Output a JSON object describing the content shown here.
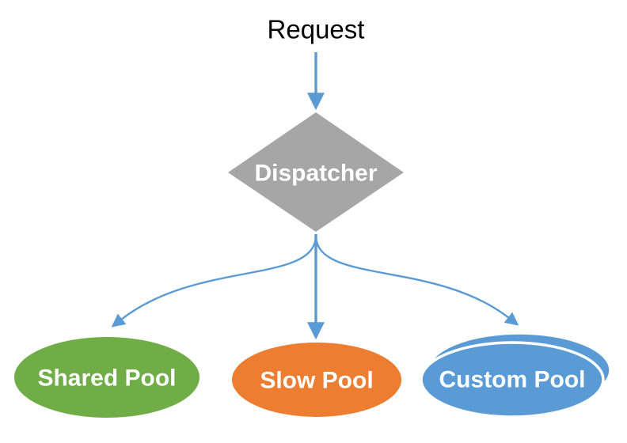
{
  "diagram": {
    "title": "Request dispatching diagram",
    "background": "#FFFFFF"
  },
  "colors": {
    "arrow": "#5B9BD5",
    "dispatcher_fill": "#A6A6A6",
    "shared_fill": "#70AD47",
    "slow_fill": "#ED7D31",
    "custom_fill": "#5B9BD5",
    "stack_gap": "#FFFFFF",
    "label_on_shape": "#FFFFFF",
    "label_plain": "#000000"
  },
  "nodes": {
    "request": {
      "label": "Request",
      "shape": "text"
    },
    "dispatcher": {
      "label": "Dispatcher",
      "shape": "diamond"
    },
    "shared_pool": {
      "label": "Shared Pool",
      "shape": "ellipse"
    },
    "slow_pool": {
      "label": "Slow Pool",
      "shape": "ellipse"
    },
    "custom_pool": {
      "label": "Custom Pool",
      "shape": "stacked-ellipse"
    }
  },
  "edges": [
    {
      "from": "Request",
      "to": "Dispatcher",
      "style": "straight-arrow"
    },
    {
      "from": "Dispatcher",
      "to": "Shared Pool",
      "style": "curved-arrow"
    },
    {
      "from": "Dispatcher",
      "to": "Slow Pool",
      "style": "straight-arrow"
    },
    {
      "from": "Dispatcher",
      "to": "Custom Pool",
      "style": "curved-arrow"
    }
  ]
}
